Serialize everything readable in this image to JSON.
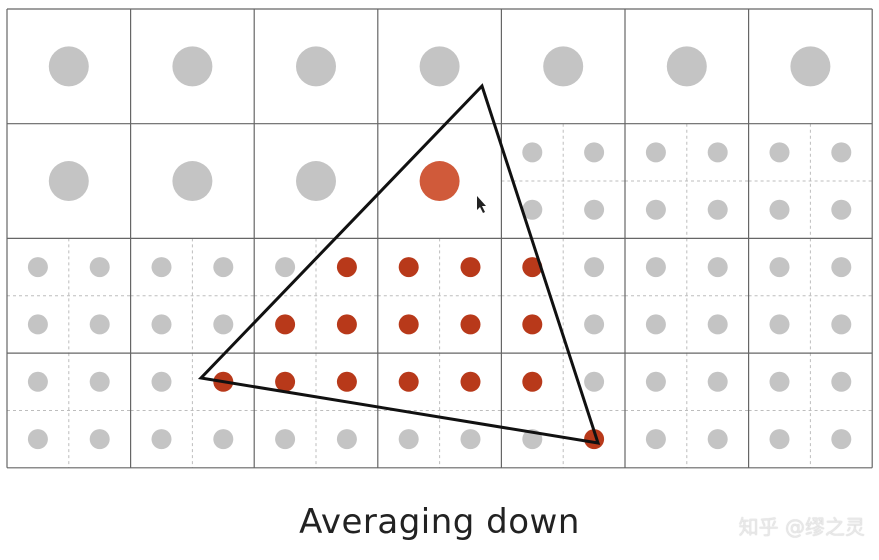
{
  "caption": "Averaging down",
  "watermark": "知乎 @缪之灵",
  "grid": {
    "cols": 7,
    "rows": 4
  },
  "pixels": [
    {
      "row": 0,
      "col": 0,
      "coverage": 0
    },
    {
      "row": 0,
      "col": 1,
      "coverage": 0
    },
    {
      "row": 0,
      "col": 2,
      "coverage": 0
    },
    {
      "row": 0,
      "col": 3,
      "coverage": 0
    },
    {
      "row": 0,
      "col": 4,
      "coverage": 0
    },
    {
      "row": 0,
      "col": 5,
      "coverage": 0
    },
    {
      "row": 0,
      "col": 6,
      "coverage": 0
    },
    {
      "row": 1,
      "col": 0,
      "coverage": 0
    },
    {
      "row": 1,
      "col": 1,
      "coverage": 0
    },
    {
      "row": 1,
      "col": 2,
      "coverage": 0
    },
    {
      "row": 1,
      "col": 3,
      "coverage": 1
    }
  ],
  "subsampled_cells": [
    {
      "row": 1,
      "col": 4,
      "samples": [
        0,
        0,
        0,
        0
      ]
    },
    {
      "row": 1,
      "col": 5,
      "samples": [
        0,
        0,
        0,
        0
      ]
    },
    {
      "row": 1,
      "col": 6,
      "samples": [
        0,
        0,
        0,
        0
      ]
    },
    {
      "row": 2,
      "col": 0,
      "samples": [
        0,
        0,
        0,
        0
      ]
    },
    {
      "row": 2,
      "col": 1,
      "samples": [
        0,
        0,
        0,
        0
      ]
    },
    {
      "row": 2,
      "col": 2,
      "samples": [
        0,
        1,
        1,
        1
      ]
    },
    {
      "row": 2,
      "col": 3,
      "samples": [
        1,
        1,
        1,
        1
      ]
    },
    {
      "row": 2,
      "col": 4,
      "samples": [
        1,
        0,
        1,
        0
      ]
    },
    {
      "row": 2,
      "col": 5,
      "samples": [
        0,
        0,
        0,
        0
      ]
    },
    {
      "row": 2,
      "col": 6,
      "samples": [
        0,
        0,
        0,
        0
      ]
    },
    {
      "row": 3,
      "col": 0,
      "samples": [
        0,
        0,
        0,
        0
      ]
    },
    {
      "row": 3,
      "col": 1,
      "samples": [
        0,
        1,
        0,
        0
      ]
    },
    {
      "row": 3,
      "col": 2,
      "samples": [
        1,
        1,
        0,
        0
      ]
    },
    {
      "row": 3,
      "col": 3,
      "samples": [
        1,
        1,
        0,
        0
      ]
    },
    {
      "row": 3,
      "col": 4,
      "samples": [
        1,
        0,
        0,
        1
      ]
    },
    {
      "row": 3,
      "col": 5,
      "samples": [
        0,
        0,
        0,
        0
      ]
    },
    {
      "row": 3,
      "col": 6,
      "samples": [
        0,
        0,
        0,
        0
      ]
    }
  ],
  "colors": {
    "inside": "#b8391a",
    "outside": "#c4c4c4",
    "averaged": "#d05a3a",
    "grid": "#666666",
    "subgrid": "#bdbdbd",
    "triangle": "#111111"
  }
}
